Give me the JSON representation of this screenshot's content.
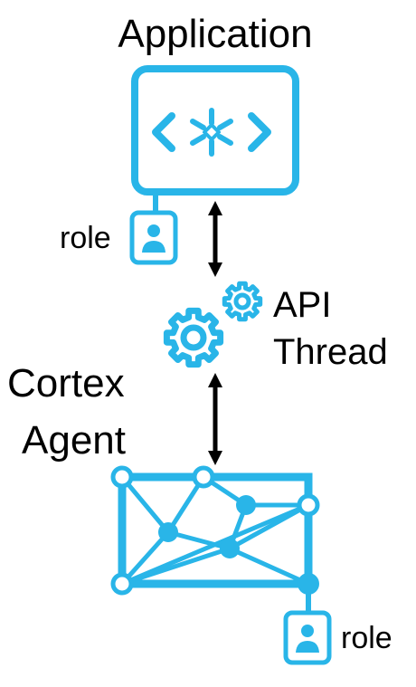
{
  "colors": {
    "accent": "#29b5e8",
    "ink": "#000000",
    "background": "#ffffff"
  },
  "application": {
    "title": "Application",
    "icon": "snowflake-code-icon",
    "role_label": "role",
    "role_icon": "user-badge-icon"
  },
  "connector_top": {
    "icon": "double-arrow-icon"
  },
  "api_thread": {
    "label_line1": "API",
    "label_line2": "Thread",
    "icons": [
      "gear-icon",
      "gear-icon"
    ]
  },
  "connector_bottom": {
    "icon": "double-arrow-icon"
  },
  "cortex_agent": {
    "label_line1": "Cortex",
    "label_line2": "Agent",
    "icon": "network-graph-icon",
    "role_label": "role",
    "role_icon": "user-badge-icon"
  }
}
